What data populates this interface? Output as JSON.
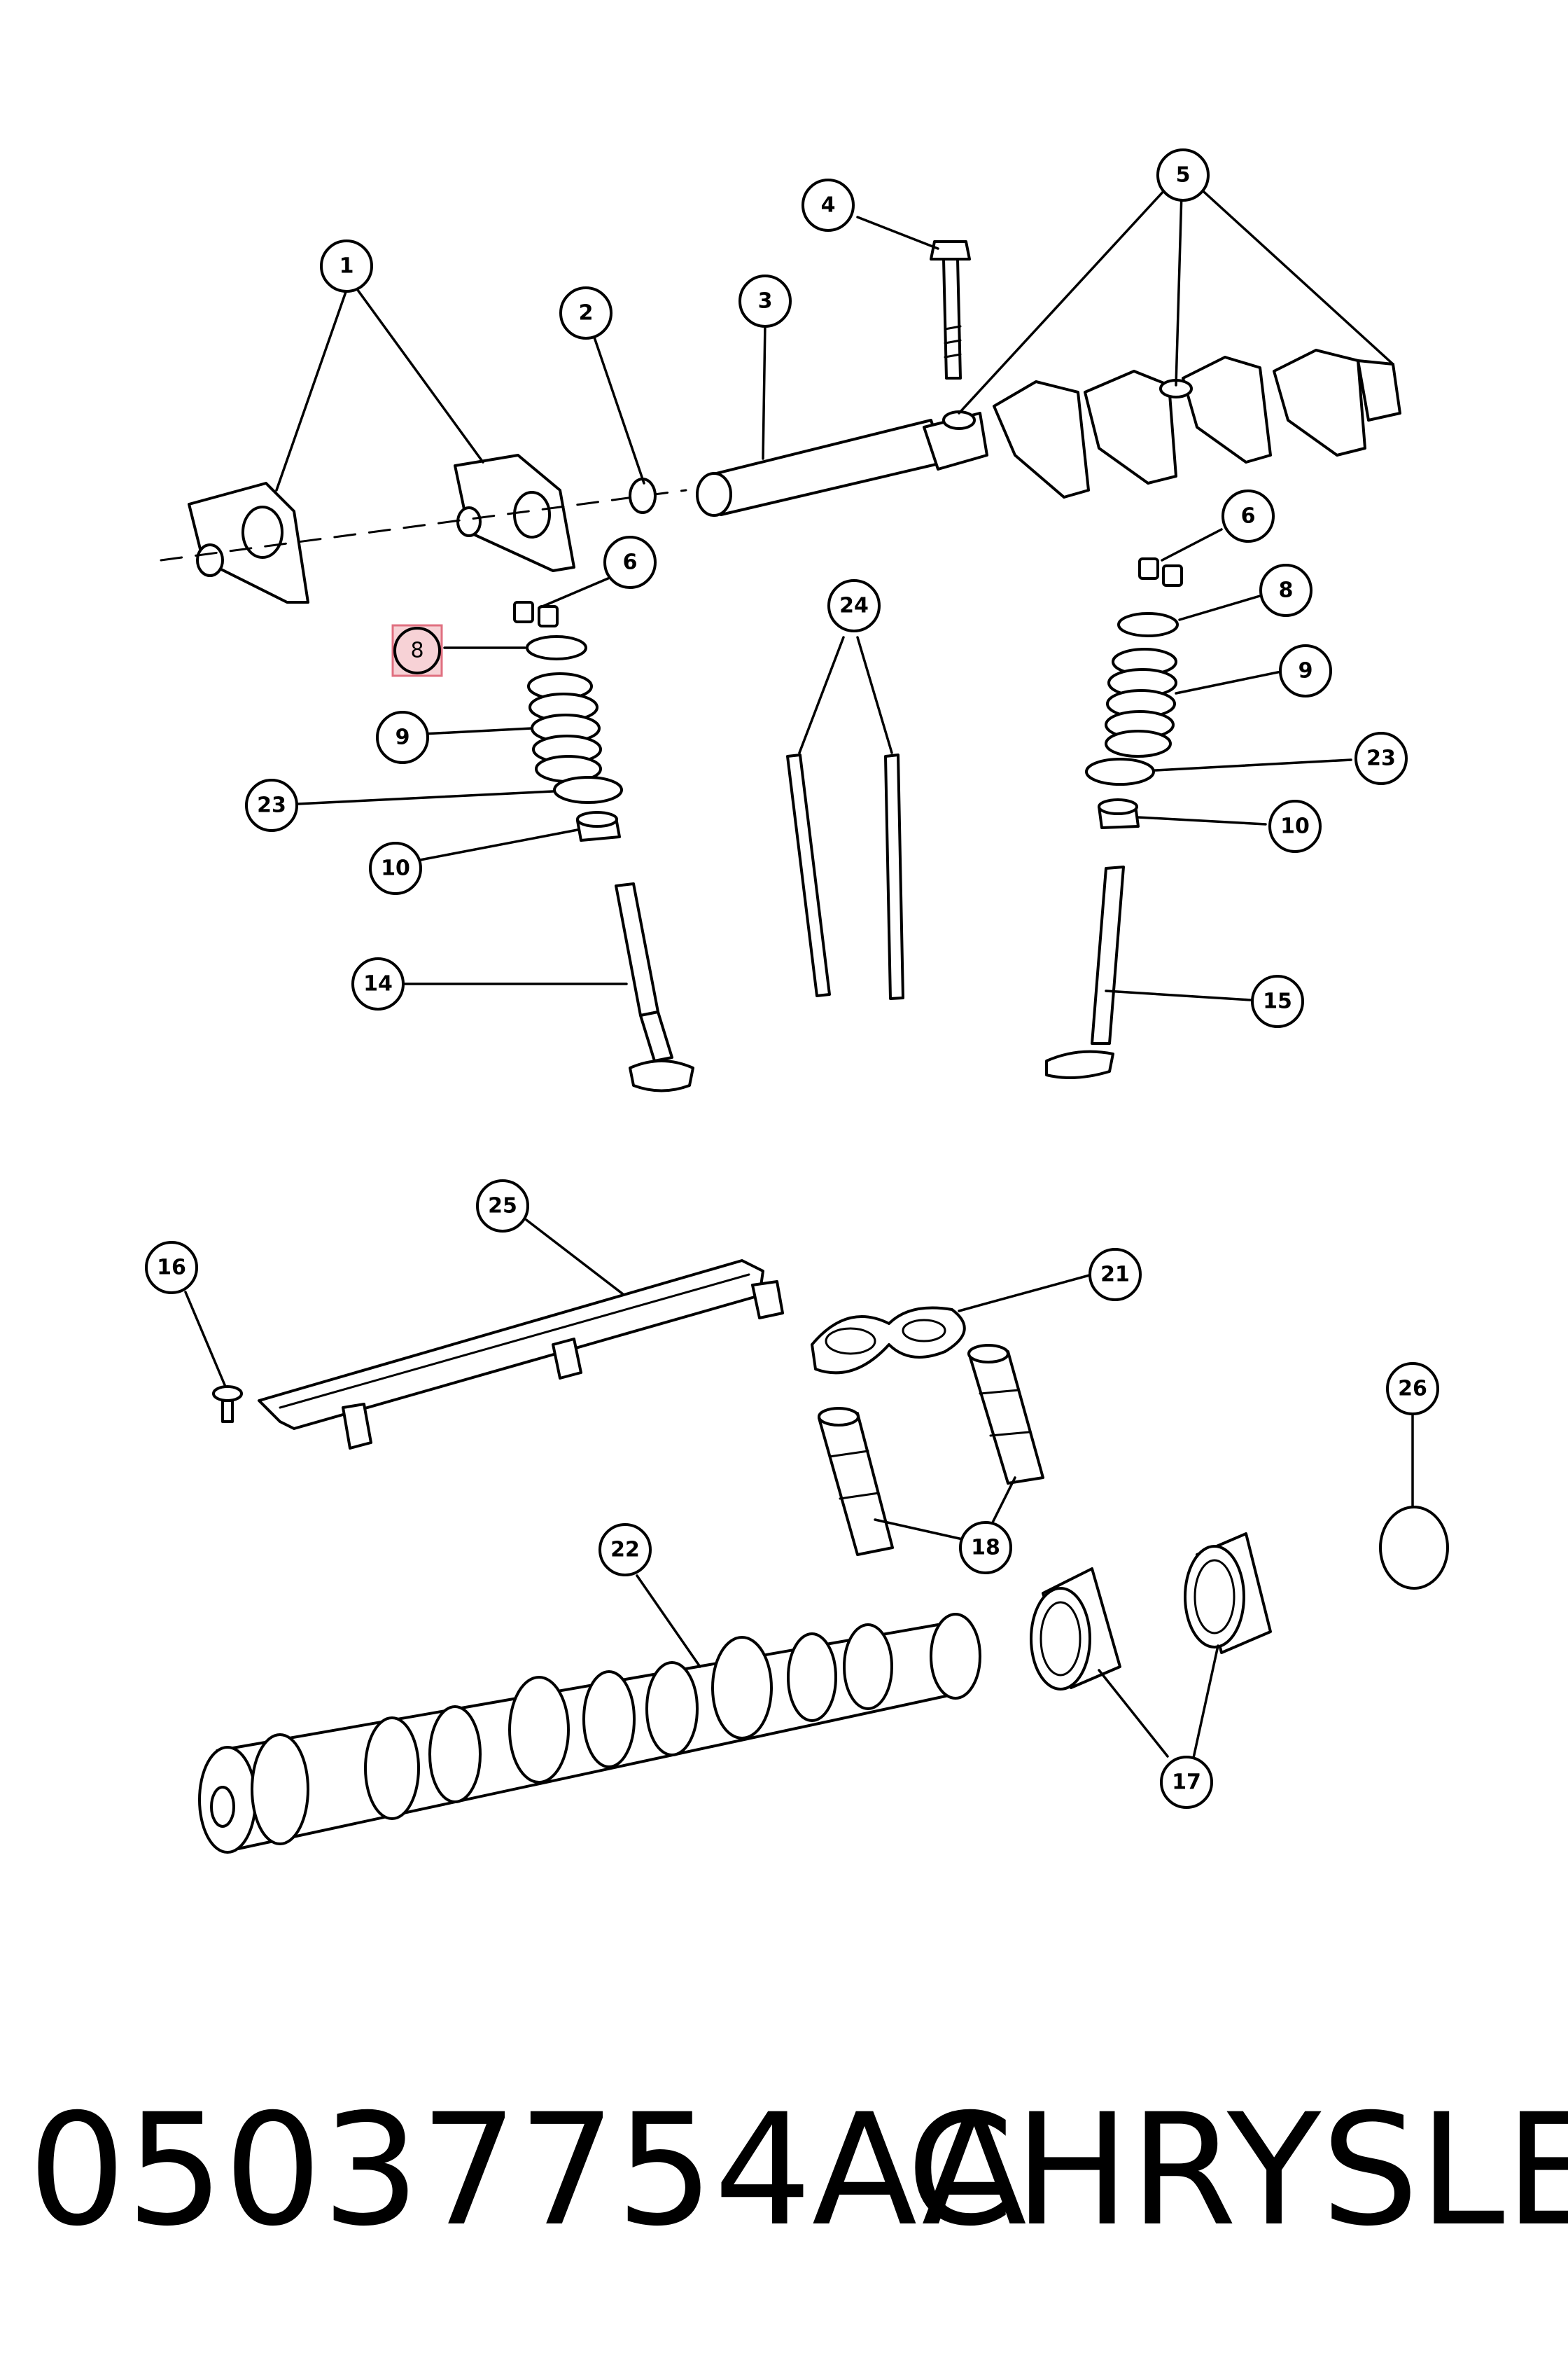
{
  "callouts": {
    "c1": "1",
    "c2": "2",
    "c3": "3",
    "c4": "4",
    "c5": "5",
    "c6a": "6",
    "c6b": "6",
    "c8a": "8",
    "c8b": "8",
    "c9a": "9",
    "c9b": "9",
    "c10a": "10",
    "c10b": "10",
    "c14": "14",
    "c15": "15",
    "c16": "16",
    "c17": "17",
    "c18": "18",
    "c21": "21",
    "c22": "22",
    "c23a": "23",
    "c23b": "23",
    "c24": "24",
    "c25": "25",
    "c26": "26"
  },
  "highlight": {
    "callout": "8",
    "color": "#f5c6cb",
    "border": "#e06070"
  },
  "footer": {
    "part_number": "05037754AA",
    "brand": "CHRYSLER"
  }
}
